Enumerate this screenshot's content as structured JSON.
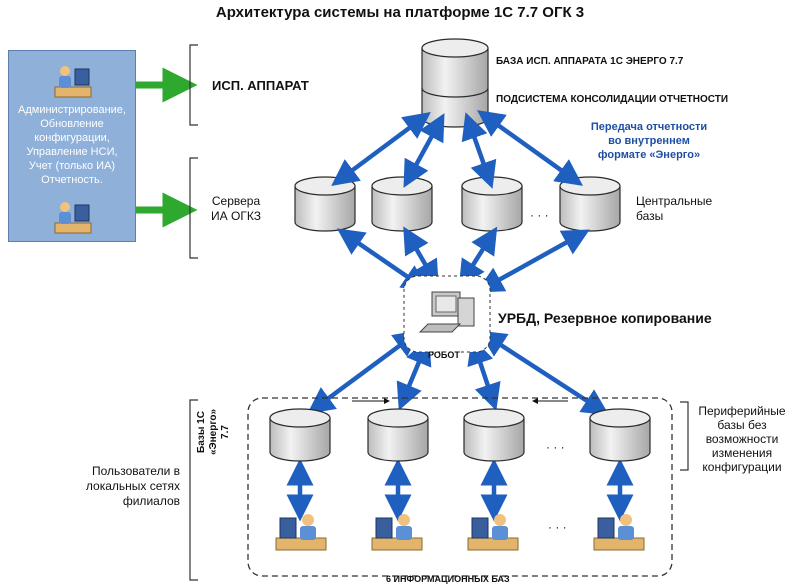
{
  "title": "Архитектура системы на платформе 1С 7.7 ОГК 3",
  "admin_panel": {
    "lines": [
      "Администрирование,",
      "Обновление",
      "конфигурации,",
      "Управление НСИ,",
      "Учет (только ИА)",
      "Отчетность."
    ]
  },
  "labels": {
    "isp_apparat": "ИСП. АППАРАТ",
    "servers": [
      "Сервера",
      "ИА ОГКЗ"
    ],
    "db_isp": "БАЗА ИСП. АППАРАТА 1С ЭНЕРГО 7.7",
    "subsystem": "ПОДСИСТЕМА КОНСОЛИДАЦИИ ОТЧЕТНОСТИ",
    "transfer_note": [
      "Передача отчетности",
      "во внутреннем",
      "формате «Энерго»"
    ],
    "central": [
      "Центральные",
      "базы"
    ],
    "urbd": "УРБД, Резервное копирование",
    "robot": "РОБОТ",
    "bases_1c": [
      "Базы 1С",
      "«Энерго»",
      "7.7"
    ],
    "users": [
      "Пользователи в",
      "локальных сетях",
      "филиалов"
    ],
    "peripheral": [
      "Периферийные",
      "базы без",
      "возможности",
      "изменения",
      "конфигурации"
    ],
    "info_bases": "6 ИНФОРМАЦИОННЫХ БАЗ",
    "dots": "· · ·"
  },
  "colors": {
    "arrow_blue": "#1f5fbf",
    "arrow_green": "#2ea82e",
    "panel_bg": "#8eb0d9",
    "cylinder_fill": "#e8e8e8",
    "cylinder_stroke": "#2b2b2b"
  }
}
